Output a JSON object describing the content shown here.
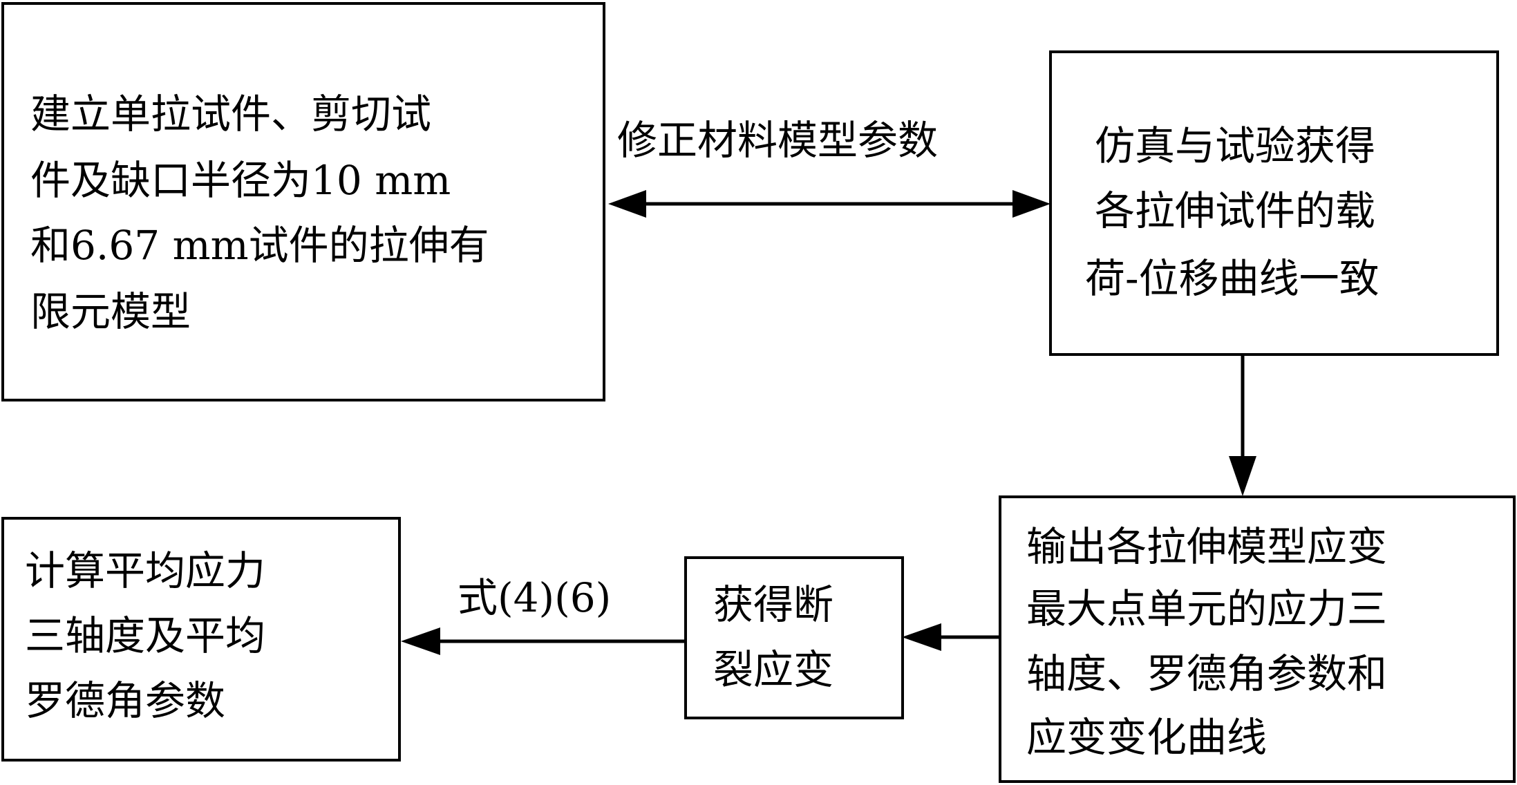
{
  "diagram": {
    "type": "flowchart",
    "nodes": [
      {
        "id": "build-models",
        "lines": [
          "建立单拉试件、剪切试",
          "件及缺口半径为10 mm",
          "和6.67 mm试件的拉伸有",
          "限元模型"
        ]
      },
      {
        "id": "curves-match",
        "lines": [
          "仿真与试验获得",
          "各拉伸试件的载",
          "荷-位移曲线一致"
        ]
      },
      {
        "id": "output-curves",
        "lines": [
          "输出各拉伸模型应变",
          "最大点单元的应力三",
          "轴度、罗德角参数和",
          "应变变化曲线"
        ]
      },
      {
        "id": "fracture-strain",
        "lines": [
          "获得断",
          "裂应变"
        ]
      },
      {
        "id": "average-params",
        "lines": [
          "计算平均应力",
          "三轴度及平均",
          "罗德角参数"
        ]
      }
    ],
    "edges": [
      {
        "from": "build-models",
        "to": "curves-match",
        "bidirectional": true,
        "label": "修正材料模型参数"
      },
      {
        "from": "curves-match",
        "to": "output-curves",
        "bidirectional": false,
        "label": ""
      },
      {
        "from": "output-curves",
        "to": "fracture-strain",
        "bidirectional": false,
        "label": ""
      },
      {
        "from": "fracture-strain",
        "to": "average-params",
        "bidirectional": false,
        "label": "式(4)(6)"
      }
    ]
  }
}
